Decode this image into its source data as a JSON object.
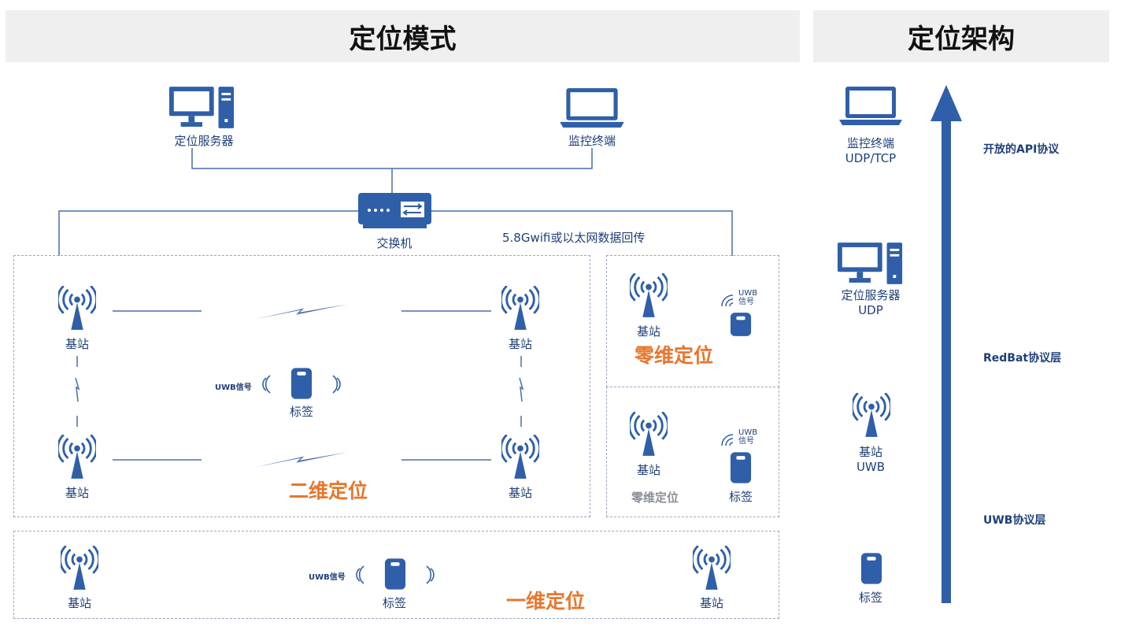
{
  "headers": {
    "mode_title": "定位模式",
    "arch_title": "定位架构"
  },
  "top": {
    "server_label": "定位服务器",
    "monitor_label": "监控终端",
    "switch_label": "交换机",
    "backhaul_text": "5.8Gwifi或以太网数据回传"
  },
  "two_d": {
    "station_label": "基站",
    "uwb_signal": "UWB信号",
    "tag_label": "标签",
    "mode_label": "二维定位"
  },
  "zero_d": {
    "station_label": "基站",
    "uwb_signal_line1": "UWB",
    "uwb_signal_line2": "信号",
    "mode_label": "零维定位",
    "tag_label": "标签",
    "mode_label_gray": "零维定位"
  },
  "one_d": {
    "station_label": "基站",
    "uwb_signal": "UWB信号",
    "tag_label": "标签",
    "mode_label": "一维定位"
  },
  "arch": {
    "monitor_line1": "监控终端",
    "monitor_line2": "UDP/TCP",
    "server_line1": "定位服务器",
    "server_line2": "UDP",
    "station_line1": "基站",
    "station_line2": "UWB",
    "tag_label": "标签",
    "layer_api": "开放的API协议",
    "layer_redbat": "RedBat协议层",
    "layer_uwb": "UWB协议层"
  },
  "colors": {
    "icon_blue": "#2f5fa8",
    "accent_orange": "#e8762d",
    "header_bg": "#efefef",
    "line": "#4a6fae"
  },
  "icons": [
    "desktop-computer-icon",
    "laptop-icon",
    "network-switch-icon",
    "antenna-base-station-icon",
    "uwb-tag-icon",
    "lightning-signal-icon",
    "wave-signal-icon",
    "up-arrow-icon"
  ]
}
